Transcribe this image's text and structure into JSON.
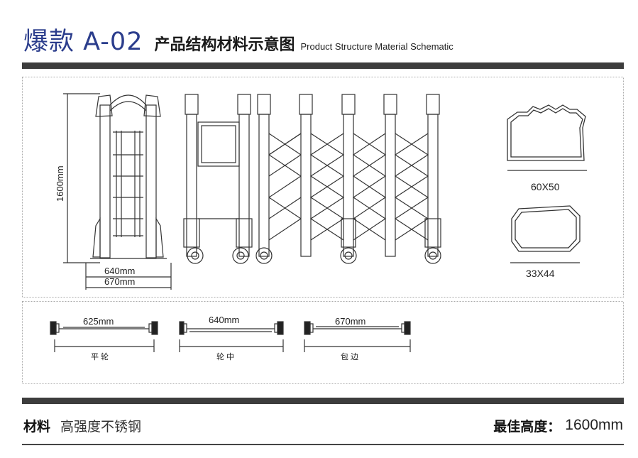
{
  "header": {
    "title": "爆款 A-02",
    "subtitle": "产品结构材料示意图",
    "subtitle_en": "Product Structure Material Schematic"
  },
  "diagram": {
    "height_label": "1600mm",
    "width_label_1": "640mm",
    "width_label_2": "670mm",
    "profile_1_label": "60X50",
    "profile_2_label": "33X44",
    "wheel_types": [
      {
        "width": "625mm",
        "name": "平 轮"
      },
      {
        "width": "640mm",
        "name": "轮 中"
      },
      {
        "width": "670mm",
        "name": "包 边"
      }
    ]
  },
  "footer": {
    "material_label": "材料",
    "material_value": "高强度不锈钢",
    "height_label": "最佳高度：",
    "height_value": "1600mm"
  },
  "colors": {
    "title_blue": "#2b3d8c",
    "bar_dark": "#3d3d3d",
    "line": "#333333"
  }
}
